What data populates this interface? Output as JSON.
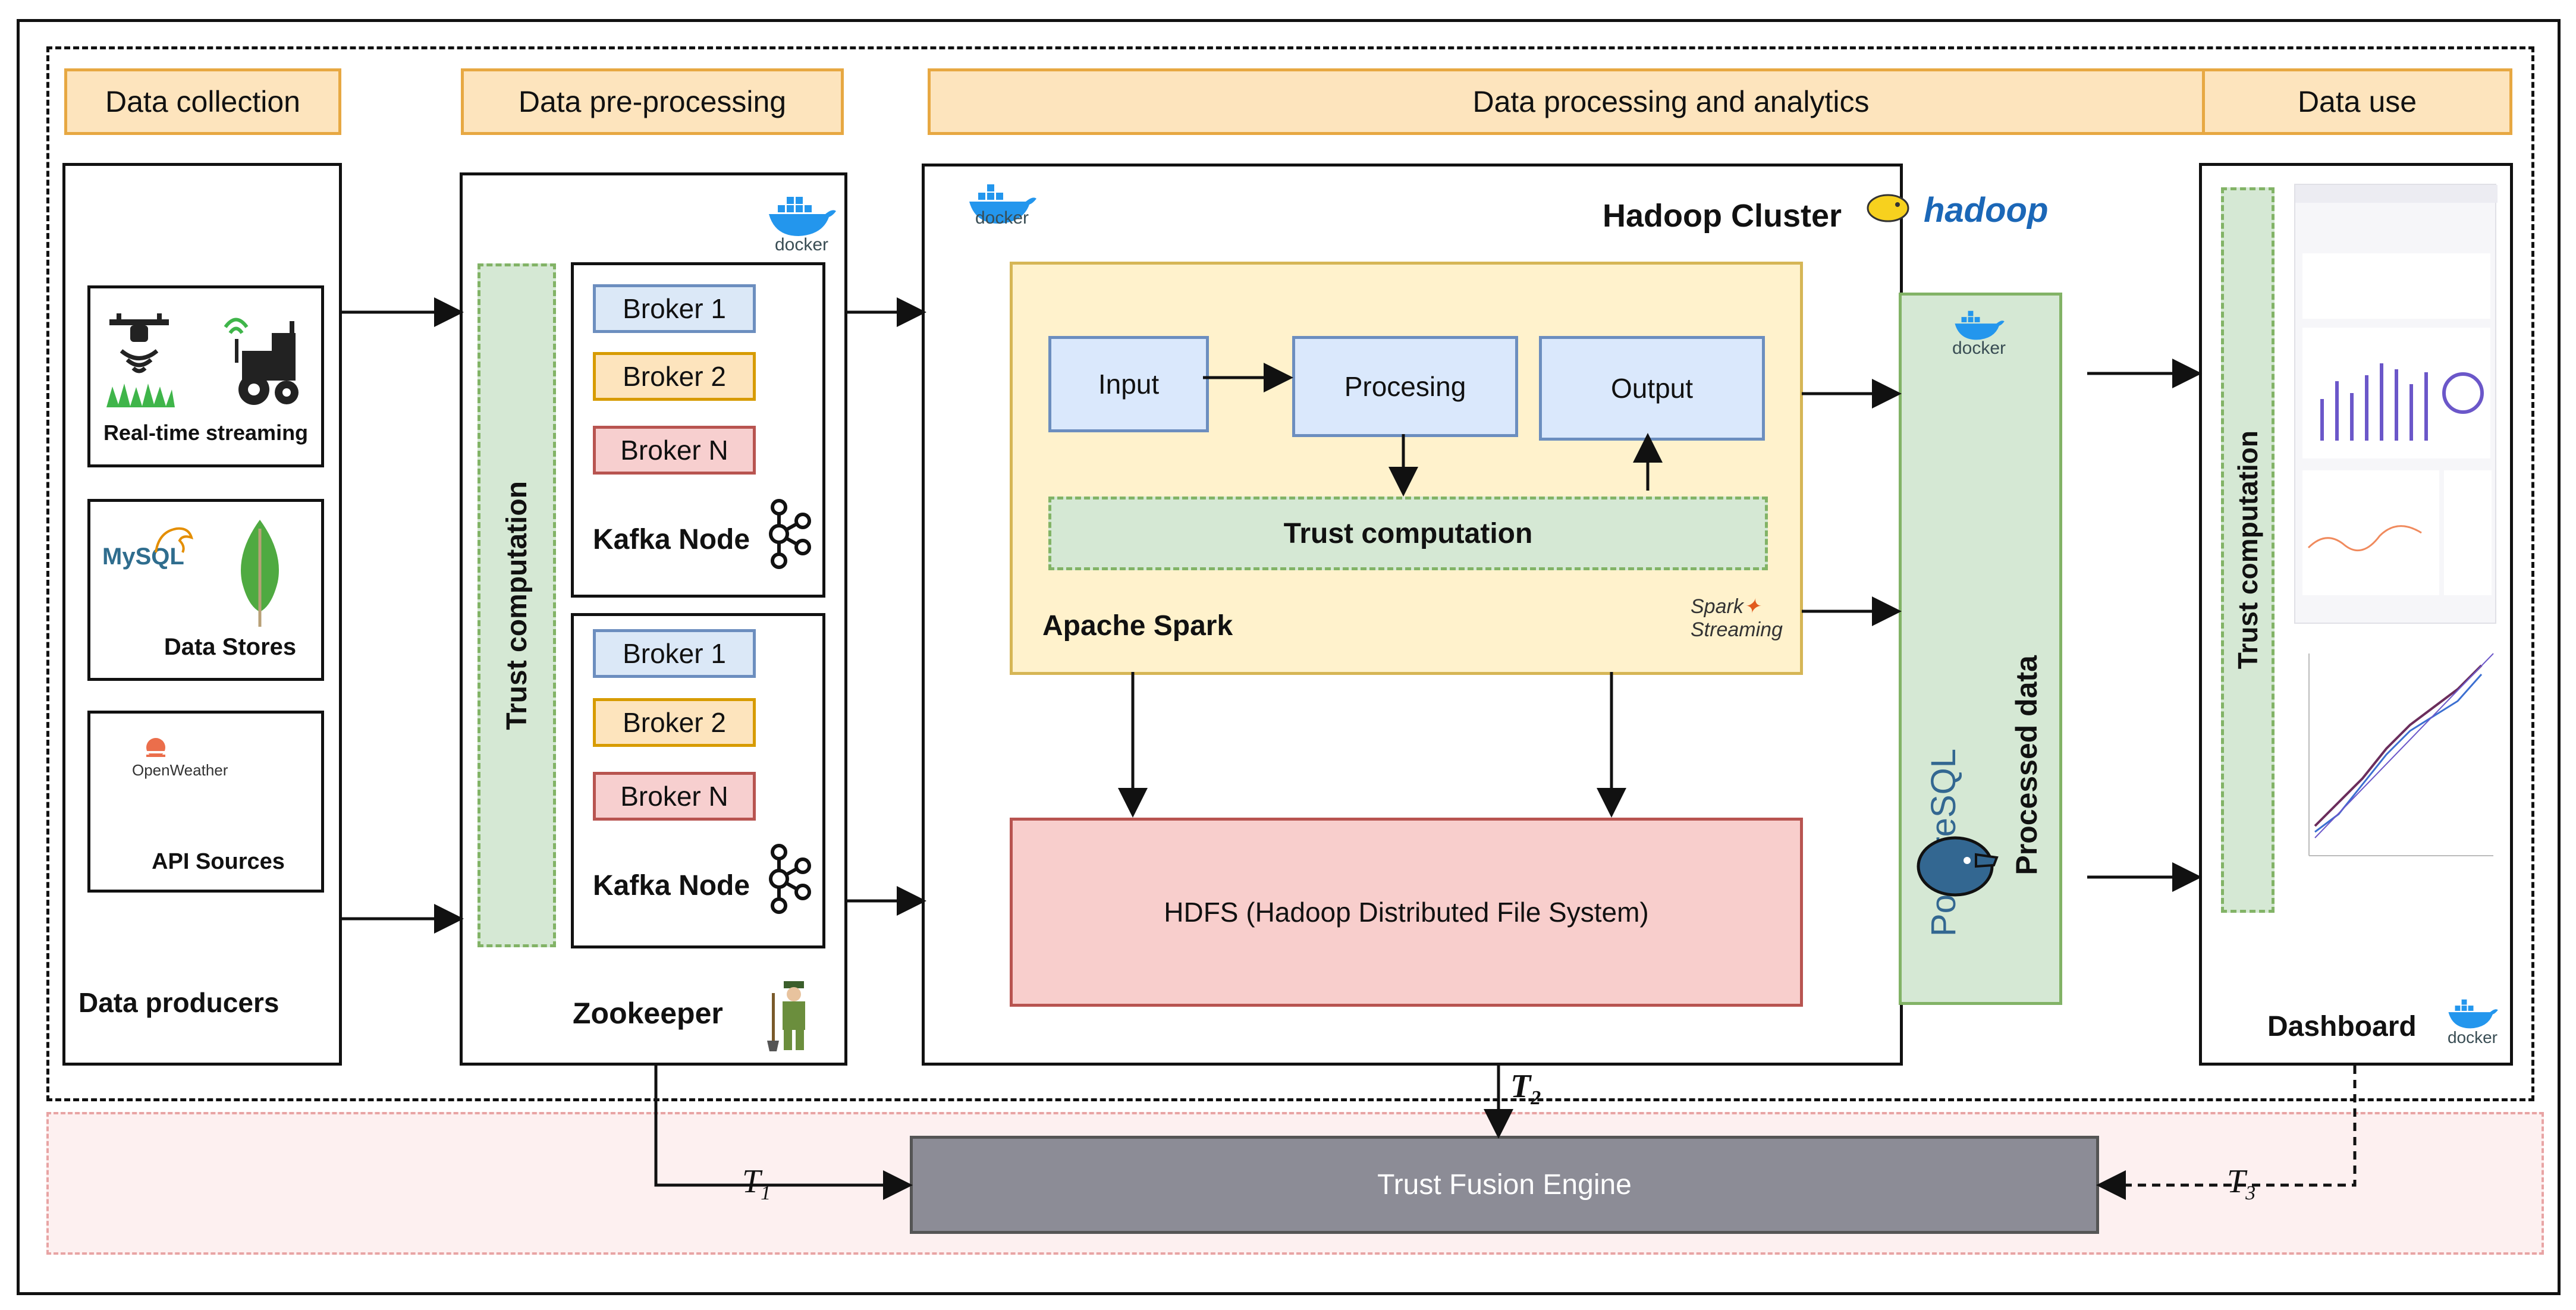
{
  "headers": {
    "data_collection": "Data collection",
    "pre_processing": "Data pre-processing",
    "processing": "Data  processing and analytics",
    "data_use": "Data use"
  },
  "producers": {
    "realtime_label": "Real-time streaming",
    "stores_label": "Data Stores",
    "api_label": "API Sources",
    "mysql_logo": "MySQL",
    "openweather_logo": "OpenWeather",
    "footer": "Data producers"
  },
  "preprocessing": {
    "trust": "Trust computation",
    "node1": {
      "brokers": [
        "Broker  1",
        "Broker  2",
        "Broker  N"
      ],
      "label": "Kafka Node"
    },
    "node2": {
      "brokers": [
        "Broker  1",
        "Broker  2",
        "Broker  N"
      ],
      "label": "Kafka Node"
    },
    "zookeeper": "Zookeeper",
    "docker": "docker"
  },
  "processing": {
    "hadoop_title": "Hadoop Cluster",
    "hadoop_logo": "hadoop",
    "docker": "docker",
    "input": "Input",
    "processing": "Procesing",
    "output": "Output",
    "trust": "Trust computation",
    "spark_label": "Apache Spark",
    "spark_logo": "Spark",
    "spark_logo_sub": "Streaming",
    "hdfs": "HDFS (Hadoop Distributed File System)",
    "processed": "Processed data",
    "postgres_logo": "PostgreSQL",
    "postgres_docker": "docker"
  },
  "datause": {
    "trust": "Trust computation",
    "dashboard": "Dashboard",
    "docker": "docker"
  },
  "fusion": {
    "engine": "Trust Fusion Engine",
    "t1": "T",
    "t1_sub": "1",
    "t2": "T",
    "t2_sub": "2",
    "t3": "T",
    "t3_sub": "3"
  },
  "colors": {
    "header_fill": "#fde4bd",
    "header_border": "#e7a842",
    "spark_fill": "#fff2cc",
    "spark_border": "#d6b656",
    "green_fill": "#d5e8d4",
    "green_border": "#82b366",
    "blue_fill": "#dae8fc",
    "blue_border": "#6c8ebf",
    "red_fill": "#f8cecc",
    "red_border": "#b85450",
    "fusion_fill": "#8c8c96",
    "fusion_band": "#fdf0f0"
  }
}
